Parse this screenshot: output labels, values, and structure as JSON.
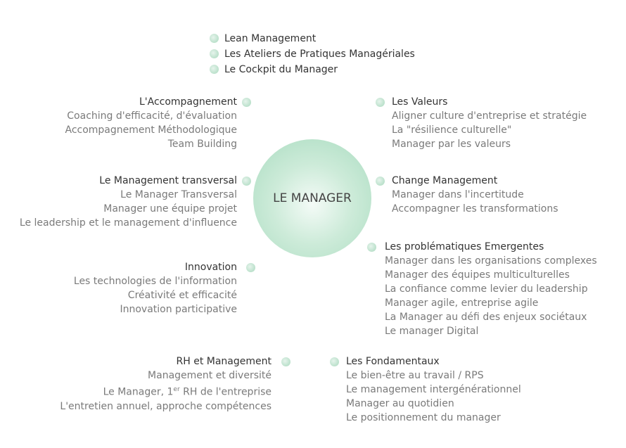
{
  "center": "LE MANAGER",
  "top_list": [
    "Lean Management",
    "Les Ateliers de Pratiques Managériales",
    "Le Cockpit du Manager"
  ],
  "groups": {
    "accompagnement": {
      "title": "L'Accompagnement",
      "items": [
        "Coaching d'efficacité, d'évaluation",
        "Accompagnement Méthodologique",
        "Team Building"
      ]
    },
    "transversal": {
      "title": "Le Management transversal",
      "items": [
        "Le Manager Transversal",
        "Manager une équipe projet",
        "Le leadership et le management d'influence"
      ]
    },
    "innovation": {
      "title": "Innovation",
      "items": [
        "Les technologies de l'information",
        "Créativité et efficacité",
        "Innovation participative"
      ]
    },
    "rh": {
      "title": "RH et Management",
      "items": [
        "Management et diversité",
        "Le Manager, ",
        "er",
        "RH de l'entreprise",
        "L'entretien annuel, approche compétences"
      ],
      "ordinal": "1"
    },
    "valeurs": {
      "title": "Les Valeurs",
      "items": [
        "Aligner culture d'entreprise et stratégie",
        "La \"résilience culturelle\"",
        "Manager par les valeurs"
      ]
    },
    "change": {
      "title": "Change Management",
      "items": [
        "Manager dans l'incertitude",
        "Accompagner les transformations"
      ]
    },
    "emergentes": {
      "title": "Les problématiques Emergentes",
      "items": [
        "Manager dans les organisations complexes",
        "Manager des équipes multiculturelles",
        "La confiance comme levier du leadership",
        "Manager agile, entreprise agile",
        "La Manager au défi des enjeux sociétaux",
        "Le manager Digital"
      ]
    },
    "fondamentaux": {
      "title": "Les Fondamentaux",
      "items": [
        "Le bien-être au travail / RPS",
        "Le management intergénérationnel",
        "Manager au quotidien",
        "Le positionnement du manager"
      ]
    }
  }
}
